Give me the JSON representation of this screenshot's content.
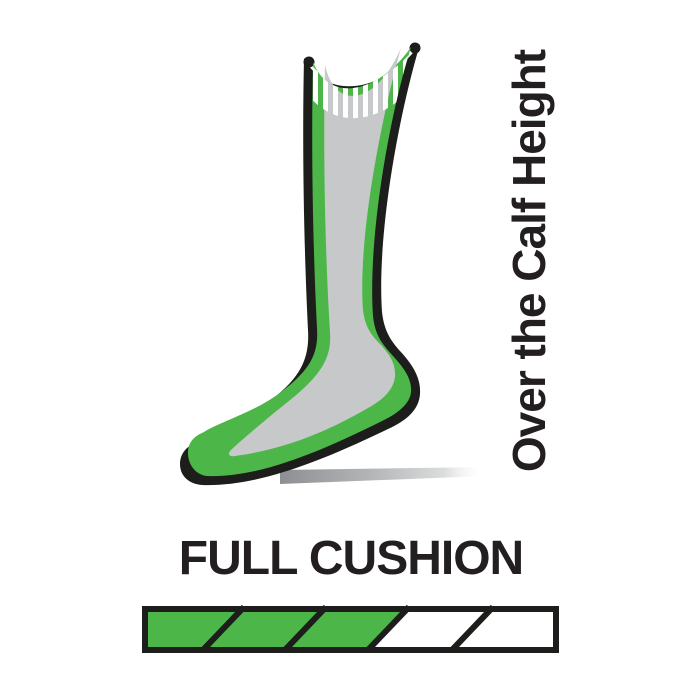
{
  "labels": {
    "height_label": "Over the Calf Height",
    "cushion_title": "FULL CUSHION"
  },
  "cushion_level": {
    "filled_segments": 3,
    "total_segments": 5
  },
  "illustration": {
    "subject": "over-the-calf sock, side view, toe pointing left",
    "cuff_style": "ribbed top",
    "icons": [
      "sock-icon"
    ]
  },
  "colors": {
    "green": "#4cb748",
    "gray": "#c7c8c9",
    "outline": "#1d1d1b",
    "text": "#231f20",
    "background": "#ffffff"
  }
}
